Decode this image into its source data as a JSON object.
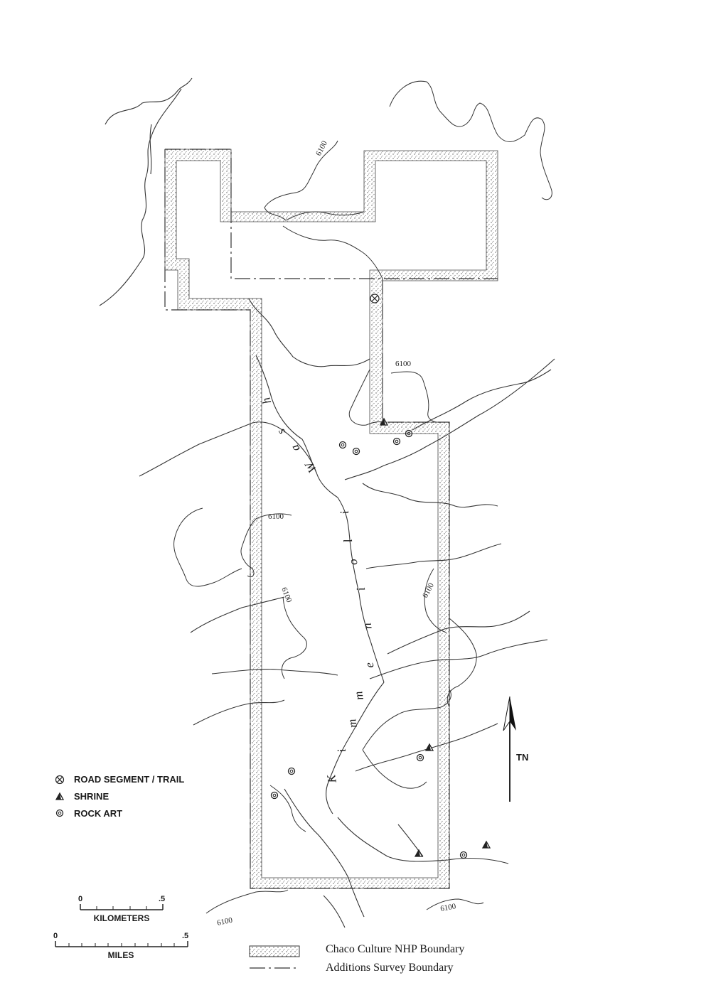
{
  "map": {
    "contour_labels": [
      "6100",
      "6100",
      "6100",
      "6100",
      "6100",
      "6100",
      "6100"
    ],
    "wash_name_letters": [
      "K",
      "i",
      "m",
      "m",
      "e",
      "n",
      "i",
      "o",
      "l",
      "i",
      "W",
      "a",
      "s",
      "h"
    ],
    "north_arrow": {
      "label": "TN",
      "icon": "north-arrow-icon"
    }
  },
  "legend_symbols": {
    "items": [
      {
        "icon": "road-segment-icon",
        "label": "ROAD SEGMENT / TRAIL"
      },
      {
        "icon": "shrine-icon",
        "label": "SHRINE"
      },
      {
        "icon": "rock-art-icon",
        "label": "ROCK ART"
      }
    ]
  },
  "scale_bars": {
    "kilometers": {
      "start": "0",
      "end": ".5",
      "unit": "KILOMETERS"
    },
    "miles": {
      "start": "0",
      "end": ".5",
      "unit": "MILES"
    }
  },
  "legend_boundaries": {
    "nhp": "Chaco Culture NHP Boundary",
    "survey": "Additions Survey Boundary"
  }
}
